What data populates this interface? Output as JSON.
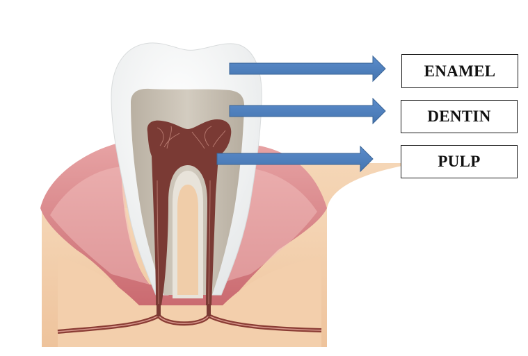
{
  "labels": {
    "enamel": "ENAMEL",
    "dentin": "DENTIN",
    "pulp": "PULP"
  },
  "colors": {
    "arrow_fill": "#4f81bd",
    "arrow_stroke": "#3a6496",
    "enamel": "#f4f5f5",
    "dentin": "#c9c0b2",
    "pulp": "#7a3a34",
    "gum": "#d9868a",
    "bone": "#f0cda9"
  }
}
